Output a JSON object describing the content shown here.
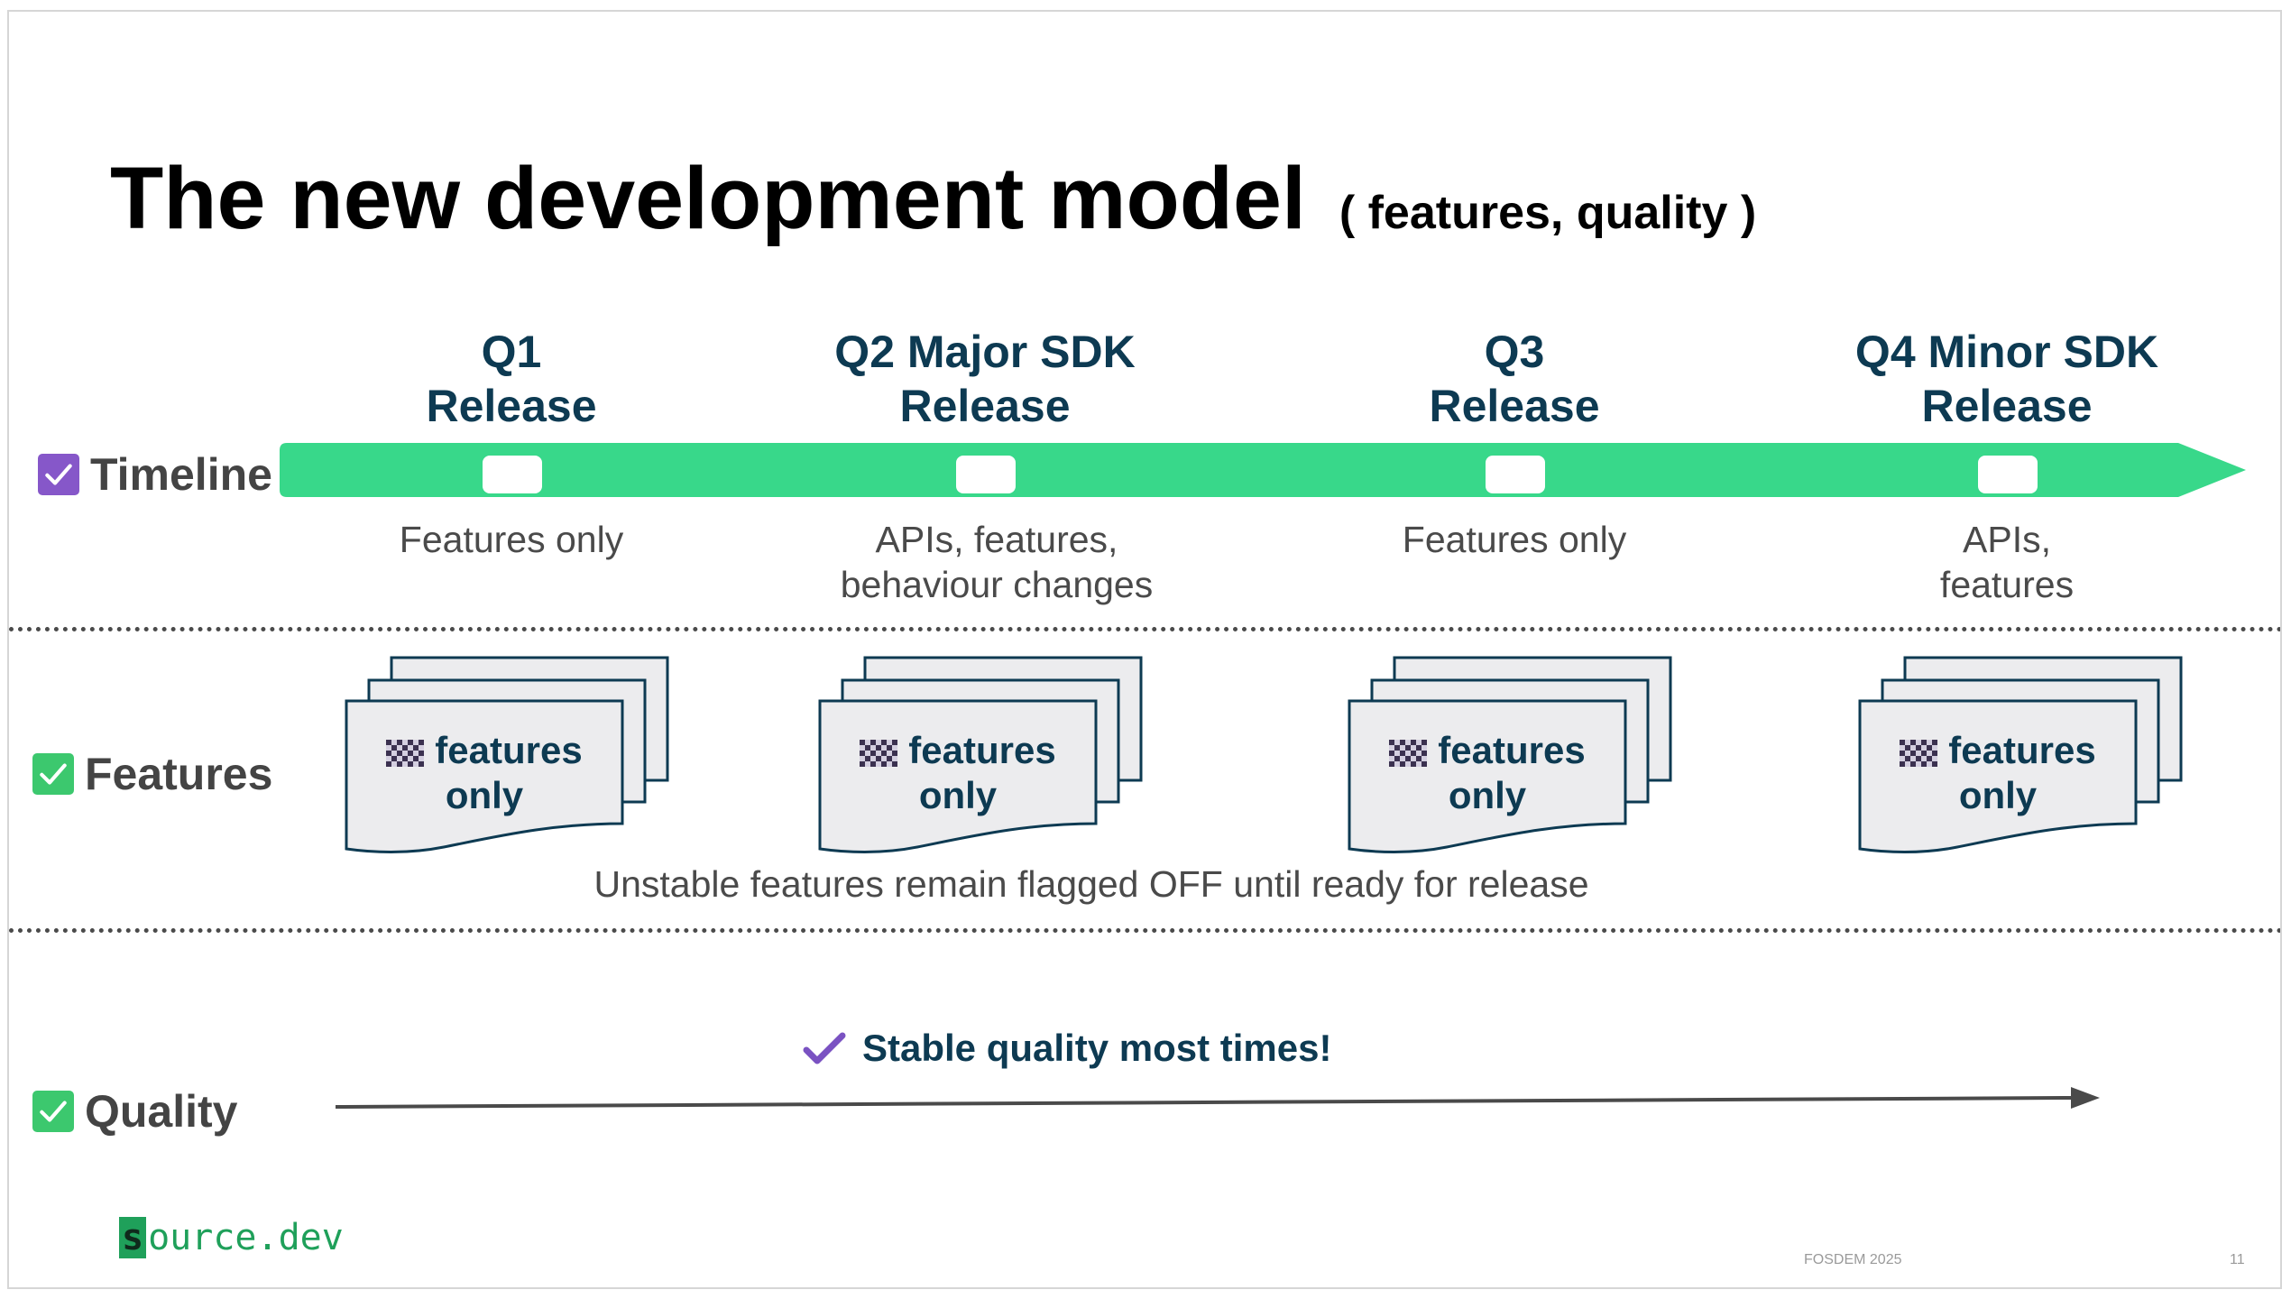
{
  "slide": {
    "title": "The new development model",
    "title_sub": "( features, quality )",
    "row_labels": {
      "timeline": "Timeline",
      "features": "Features",
      "quality": "Quality"
    },
    "quarters": [
      {
        "line1": "Q1",
        "line2": "Release",
        "desc1": "Features only",
        "desc2": ""
      },
      {
        "line1": "Q2 Major SDK",
        "line2": "Release",
        "desc1": "APIs, features,",
        "desc2": "behaviour changes"
      },
      {
        "line1": "Q3",
        "line2": "Release",
        "desc1": "Features only",
        "desc2": ""
      },
      {
        "line1": "Q4 Minor SDK",
        "line2": "Release",
        "desc1": "APIs,",
        "desc2": "features"
      }
    ],
    "feature_doc": {
      "line1": "features",
      "line2": "only"
    },
    "features_note": "Unstable features remain flagged OFF until ready for release",
    "quality_note": "Stable quality most times!",
    "logo_first": "s",
    "logo_rest": "ource.dev",
    "footer_event": "FOSDEM 2025",
    "page_number": "11"
  },
  "colors": {
    "timeline_green": "#38d88a",
    "checkbox_purple": "#8657c9",
    "checkbox_green": "#3cc86e",
    "navy": "#0d3a52"
  },
  "icons": {
    "check": "check-icon",
    "flag": "checkered-flag-icon",
    "tick": "purple-tick-icon"
  }
}
